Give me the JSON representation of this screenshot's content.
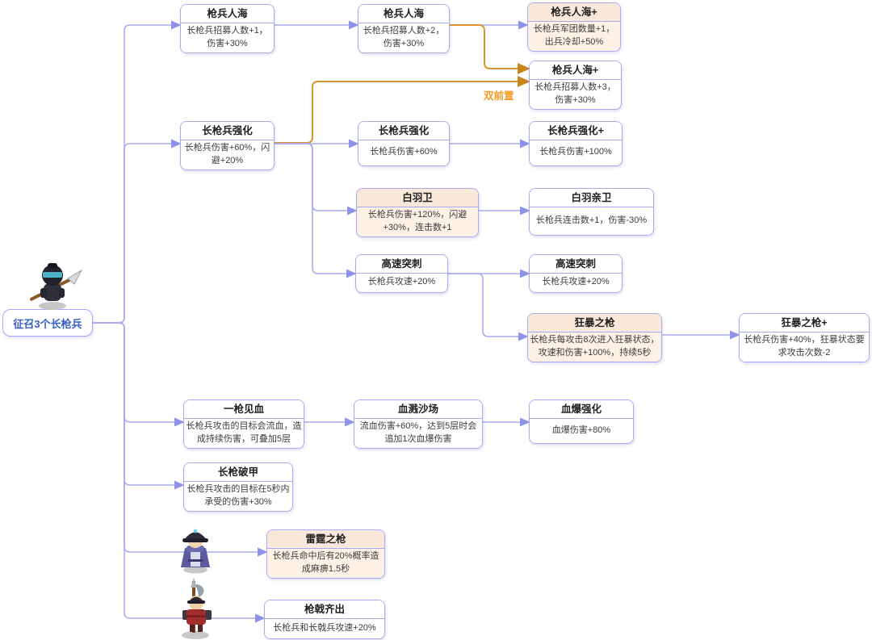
{
  "diagram": {
    "root": {
      "label": "征召3个长枪兵"
    },
    "edge_annotation": "双前置",
    "nodes": [
      {
        "id": "n1",
        "title": "枪兵人海",
        "desc": "长枪兵招募人数+1，伤害+30%",
        "variant": "plain"
      },
      {
        "id": "n2",
        "title": "枪兵人海",
        "desc": "长枪兵招募人数+2，伤害+30%",
        "variant": "plain"
      },
      {
        "id": "n3",
        "title": "枪兵人海+",
        "desc": "长枪兵军团数量+1，出兵冷却+50%",
        "variant": "highlight"
      },
      {
        "id": "n4",
        "title": "枪兵人海+",
        "desc": "长枪兵招募人数+3，伤害+30%",
        "variant": "plain"
      },
      {
        "id": "n5",
        "title": "长枪兵强化",
        "desc": "长枪兵伤害+60%，闪避+20%",
        "variant": "plain"
      },
      {
        "id": "n6",
        "title": "长枪兵强化",
        "desc": "长枪兵伤害+60%",
        "variant": "plain"
      },
      {
        "id": "n7",
        "title": "长枪兵强化+",
        "desc": "长枪兵伤害+100%",
        "variant": "plain"
      },
      {
        "id": "n8",
        "title": "白羽卫",
        "desc": "长枪兵伤害+120%，闪避+30%，连击数+1",
        "variant": "highlight"
      },
      {
        "id": "n9",
        "title": "白羽亲卫",
        "desc": "长枪兵连击数+1，伤害-30%",
        "variant": "plain"
      },
      {
        "id": "n10",
        "title": "高速突刺",
        "desc": "长枪兵攻速+20%",
        "variant": "plain"
      },
      {
        "id": "n11",
        "title": "高速突刺",
        "desc": "长枪兵攻速+20%",
        "variant": "plain"
      },
      {
        "id": "n12",
        "title": "狂暴之枪",
        "desc": "长枪兵每攻击8次进入狂暴状态，攻速和伤害+100%，持续5秒",
        "variant": "highlight"
      },
      {
        "id": "n13",
        "title": "狂暴之枪+",
        "desc": "长枪兵伤害+40%，狂暴状态要求攻击次数-2",
        "variant": "plain"
      },
      {
        "id": "n14",
        "title": "一枪见血",
        "desc": "长枪兵攻击的目标会流血，造成持续伤害，可叠加5层",
        "variant": "plain"
      },
      {
        "id": "n15",
        "title": "血溅沙场",
        "desc": "流血伤害+60%，达到5层时会追加1次血爆伤害",
        "variant": "plain"
      },
      {
        "id": "n16",
        "title": "血爆强化",
        "desc": "血爆伤害+80%",
        "variant": "plain"
      },
      {
        "id": "n17",
        "title": "长枪破甲",
        "desc": "长枪兵攻击的目标在5秒内承受的伤害+30%",
        "variant": "plain"
      },
      {
        "id": "n18",
        "title": "雷霆之枪",
        "desc": "长枪兵命中后有20%概率造成麻痹1.5秒",
        "variant": "highlight"
      },
      {
        "id": "n19",
        "title": "枪戟齐出",
        "desc": "长枪兵和长戟兵攻速+20%",
        "variant": "plain"
      }
    ],
    "edges": [
      {
        "from": "root",
        "to": "n1",
        "type": "normal"
      },
      {
        "from": "root",
        "to": "n5",
        "type": "normal"
      },
      {
        "from": "root",
        "to": "n14",
        "type": "normal"
      },
      {
        "from": "root",
        "to": "n17",
        "type": "normal"
      },
      {
        "from": "root",
        "to": "n18",
        "type": "normal"
      },
      {
        "from": "root",
        "to": "n19",
        "type": "normal"
      },
      {
        "from": "n1",
        "to": "n2",
        "type": "normal"
      },
      {
        "from": "n2",
        "to": "n3",
        "type": "normal"
      },
      {
        "from": "n2",
        "to": "n4",
        "type": "dual"
      },
      {
        "from": "n5",
        "to": "n4",
        "type": "dual"
      },
      {
        "from": "n5",
        "to": "n6",
        "type": "normal"
      },
      {
        "from": "n5",
        "to": "n8",
        "type": "normal"
      },
      {
        "from": "n5",
        "to": "n10",
        "type": "normal"
      },
      {
        "from": "n6",
        "to": "n7",
        "type": "normal"
      },
      {
        "from": "n8",
        "to": "n9",
        "type": "normal"
      },
      {
        "from": "n10",
        "to": "n11",
        "type": "normal"
      },
      {
        "from": "n10",
        "to": "n12",
        "type": "normal"
      },
      {
        "from": "n12",
        "to": "n13",
        "type": "normal"
      },
      {
        "from": "n14",
        "to": "n15",
        "type": "normal"
      },
      {
        "from": "n15",
        "to": "n16",
        "type": "normal"
      }
    ],
    "icons": [
      {
        "id": "spearman",
        "name": "spearman-character-icon"
      },
      {
        "id": "mage",
        "name": "mage-character-icon"
      },
      {
        "id": "halberdier",
        "name": "halberdier-character-icon"
      }
    ],
    "colors": {
      "edge_normal": "#a9abf0",
      "edge_normal_arrow": "#8f92e8",
      "edge_dual": "#d9952f",
      "edge_dual_arrow": "#c8861f",
      "node_border": "#a7aaf2",
      "highlight_header_bg": "#fae8da",
      "highlight_body_bg": "#fdf1e6",
      "annotation_orange": "#f59a23",
      "root_label_blue": "#3a5dc9"
    }
  }
}
